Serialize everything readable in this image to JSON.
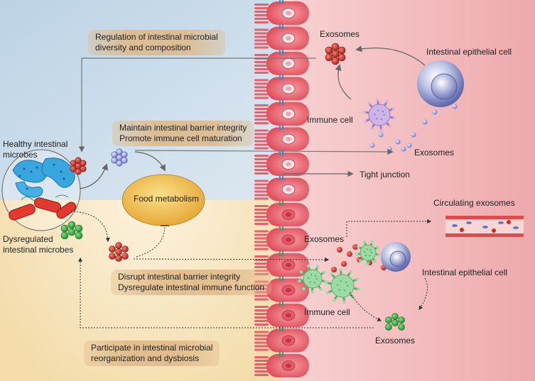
{
  "labels": {
    "reg_line1": "Regulation of intestinal microbial",
    "reg_line2": "diversity and composition",
    "exosomes_top": "Exosomes",
    "iec_top": "Intestinal epithelial cell",
    "immune_top": "Immune cell",
    "maintain_line1": "Maintain intestinal barrier integrity",
    "maintain_line2": "Promote immune cell maturation",
    "exosomes_mid": "Exosomes",
    "tight_junction": "Tight junction",
    "healthy_line1": "Healthy intestinal",
    "healthy_line2": "microbes",
    "food_metabolism": "Food metabolism",
    "circulating": "Circulating exosomes",
    "dysreg_line1": "Dysregulated",
    "dysreg_line2": "intestinal microbes",
    "exosomes_lower": "Exosomes",
    "disrupt_line1": "Disrupt intestinal barrier integrity",
    "disrupt_line2": "Dysregulate intestinal immune function",
    "iec_bottom": "Intestinal epithelial cell",
    "immune_bottom": "Immune cell",
    "exosomes_bottom": "Exosomes",
    "participate_line1": "Participate in intestinal microbial",
    "participate_line2": "reorganization and dysbiosis"
  },
  "colors": {
    "healthy_bg": "#c9dcea",
    "dysbiosis_bg": "#f7e2b4",
    "host_bg": "#f1c1c3",
    "epithelium": "#e2505f",
    "exosome_red": "#b8322f",
    "exosome_blue": "#8f96d6",
    "exosome_green": "#2a9c3a",
    "immune_purple": "#c6aee0",
    "immune_green": "#8fd39a",
    "food_fill": "#f1c24e",
    "label_box": "#e3bf8e"
  }
}
